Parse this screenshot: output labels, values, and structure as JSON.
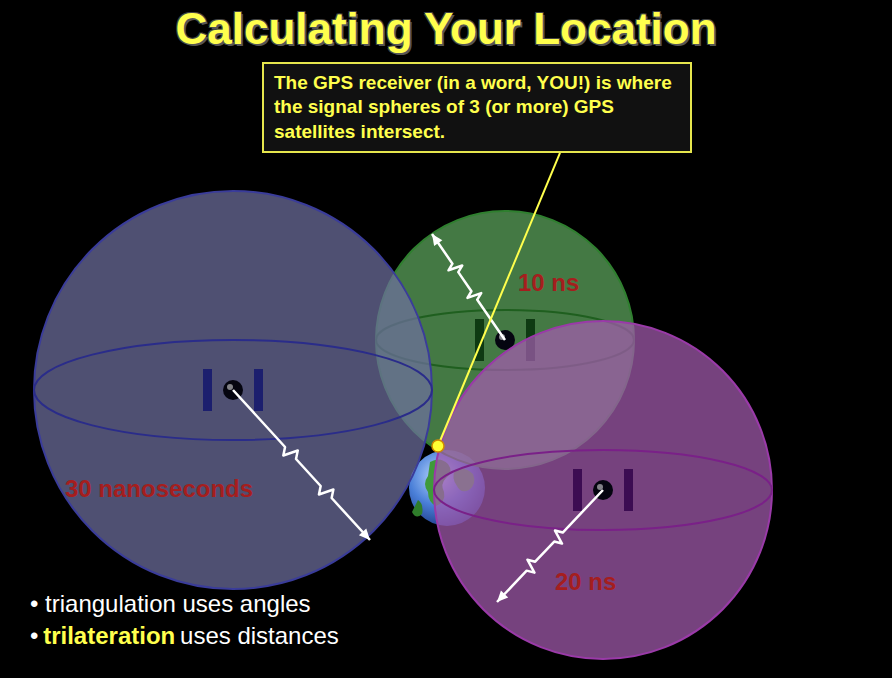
{
  "diagram": {
    "title": "Calculating Your Location",
    "nodes": [
      {
        "text": [
          "The GPS receiver (in a word, YOU!) is where the signal spheres of 3 (or more) GPS satellites intersect."
        ]
      },
      {
        "text": [
          "10 ns"
        ]
      },
      {
        "text": [
          "30 nanoseconds"
        ]
      },
      {
        "text": [
          "20 ns"
        ]
      }
    ],
    "labels": [
      "• triangulation uses angles",
      "•",
      "trilateration",
      "uses distances"
    ]
  }
}
